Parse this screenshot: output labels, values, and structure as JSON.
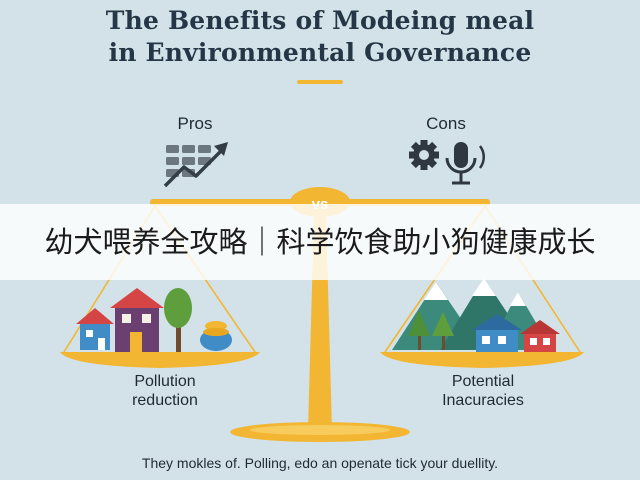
{
  "title": {
    "line1": "The Benefits of Modeing meal",
    "line2": "in Environmental Governance"
  },
  "pros": {
    "heading": "Pros",
    "caption_1": "Pollution",
    "caption_2": "reduction"
  },
  "cons": {
    "heading": "Cons",
    "caption_1": "Potential",
    "caption_2": "Inacuracies"
  },
  "vs_label": "vs",
  "banner": {
    "text": "幼犬喂养全攻略｜科学饮食助小狗健康成长"
  },
  "footer": {
    "text": "They mokles of. Polling, edo an openate tick your duellity."
  },
  "colors": {
    "background": "#d3e2e8",
    "accent": "#f2b632",
    "title": "#253746"
  },
  "icons": [
    "chart-grid-icon",
    "trend-arrow-icon",
    "gear-icon",
    "microphone-icon",
    "house-icon",
    "tree-icon",
    "money-jar-icon",
    "mountain-icon"
  ]
}
